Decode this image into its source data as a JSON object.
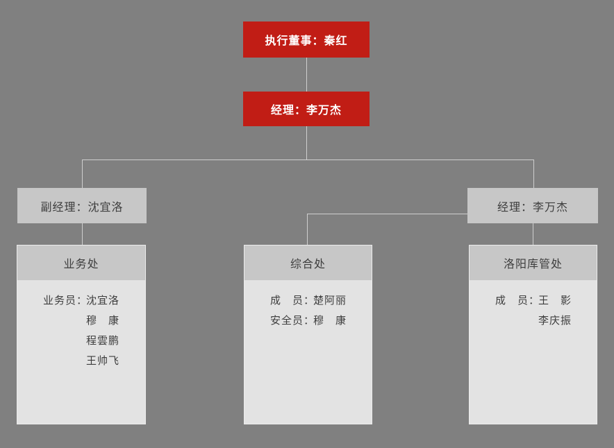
{
  "colors": {
    "background": "#808080",
    "red_box": "#c11d15",
    "red_box_text": "#ffffff",
    "gray_box": "#c7c7c7",
    "gray_box_text": "#3d3d3d",
    "dept_header_bg": "#c7c7c7",
    "dept_body_bg": "#e3e3e3",
    "dept_border": "#ececec",
    "connector": "#cfcfcf"
  },
  "org_chart": {
    "executive_director": {
      "title": "执行董事：秦红"
    },
    "manager": {
      "title": "经理：李万杰"
    },
    "level2": [
      {
        "title": "副经理：沈宜洛"
      },
      {
        "title": "经理：李万杰"
      }
    ],
    "departments": [
      {
        "name": "业务处",
        "members": [
          {
            "label": "业务员：",
            "name": "沈宜洛"
          },
          {
            "label": "",
            "name": "穆　康"
          },
          {
            "label": "",
            "name": "程雲鹏"
          },
          {
            "label": "",
            "name": "王帅飞"
          }
        ]
      },
      {
        "name": "综合处",
        "members": [
          {
            "label": "成　员：",
            "name": "楚阿丽"
          },
          {
            "label": "安全员：",
            "name": "穆　康"
          }
        ]
      },
      {
        "name": "洛阳库管处",
        "members": [
          {
            "label": "成　员：",
            "name": "王　影"
          },
          {
            "label": "",
            "name": "李庆振"
          }
        ]
      }
    ]
  }
}
